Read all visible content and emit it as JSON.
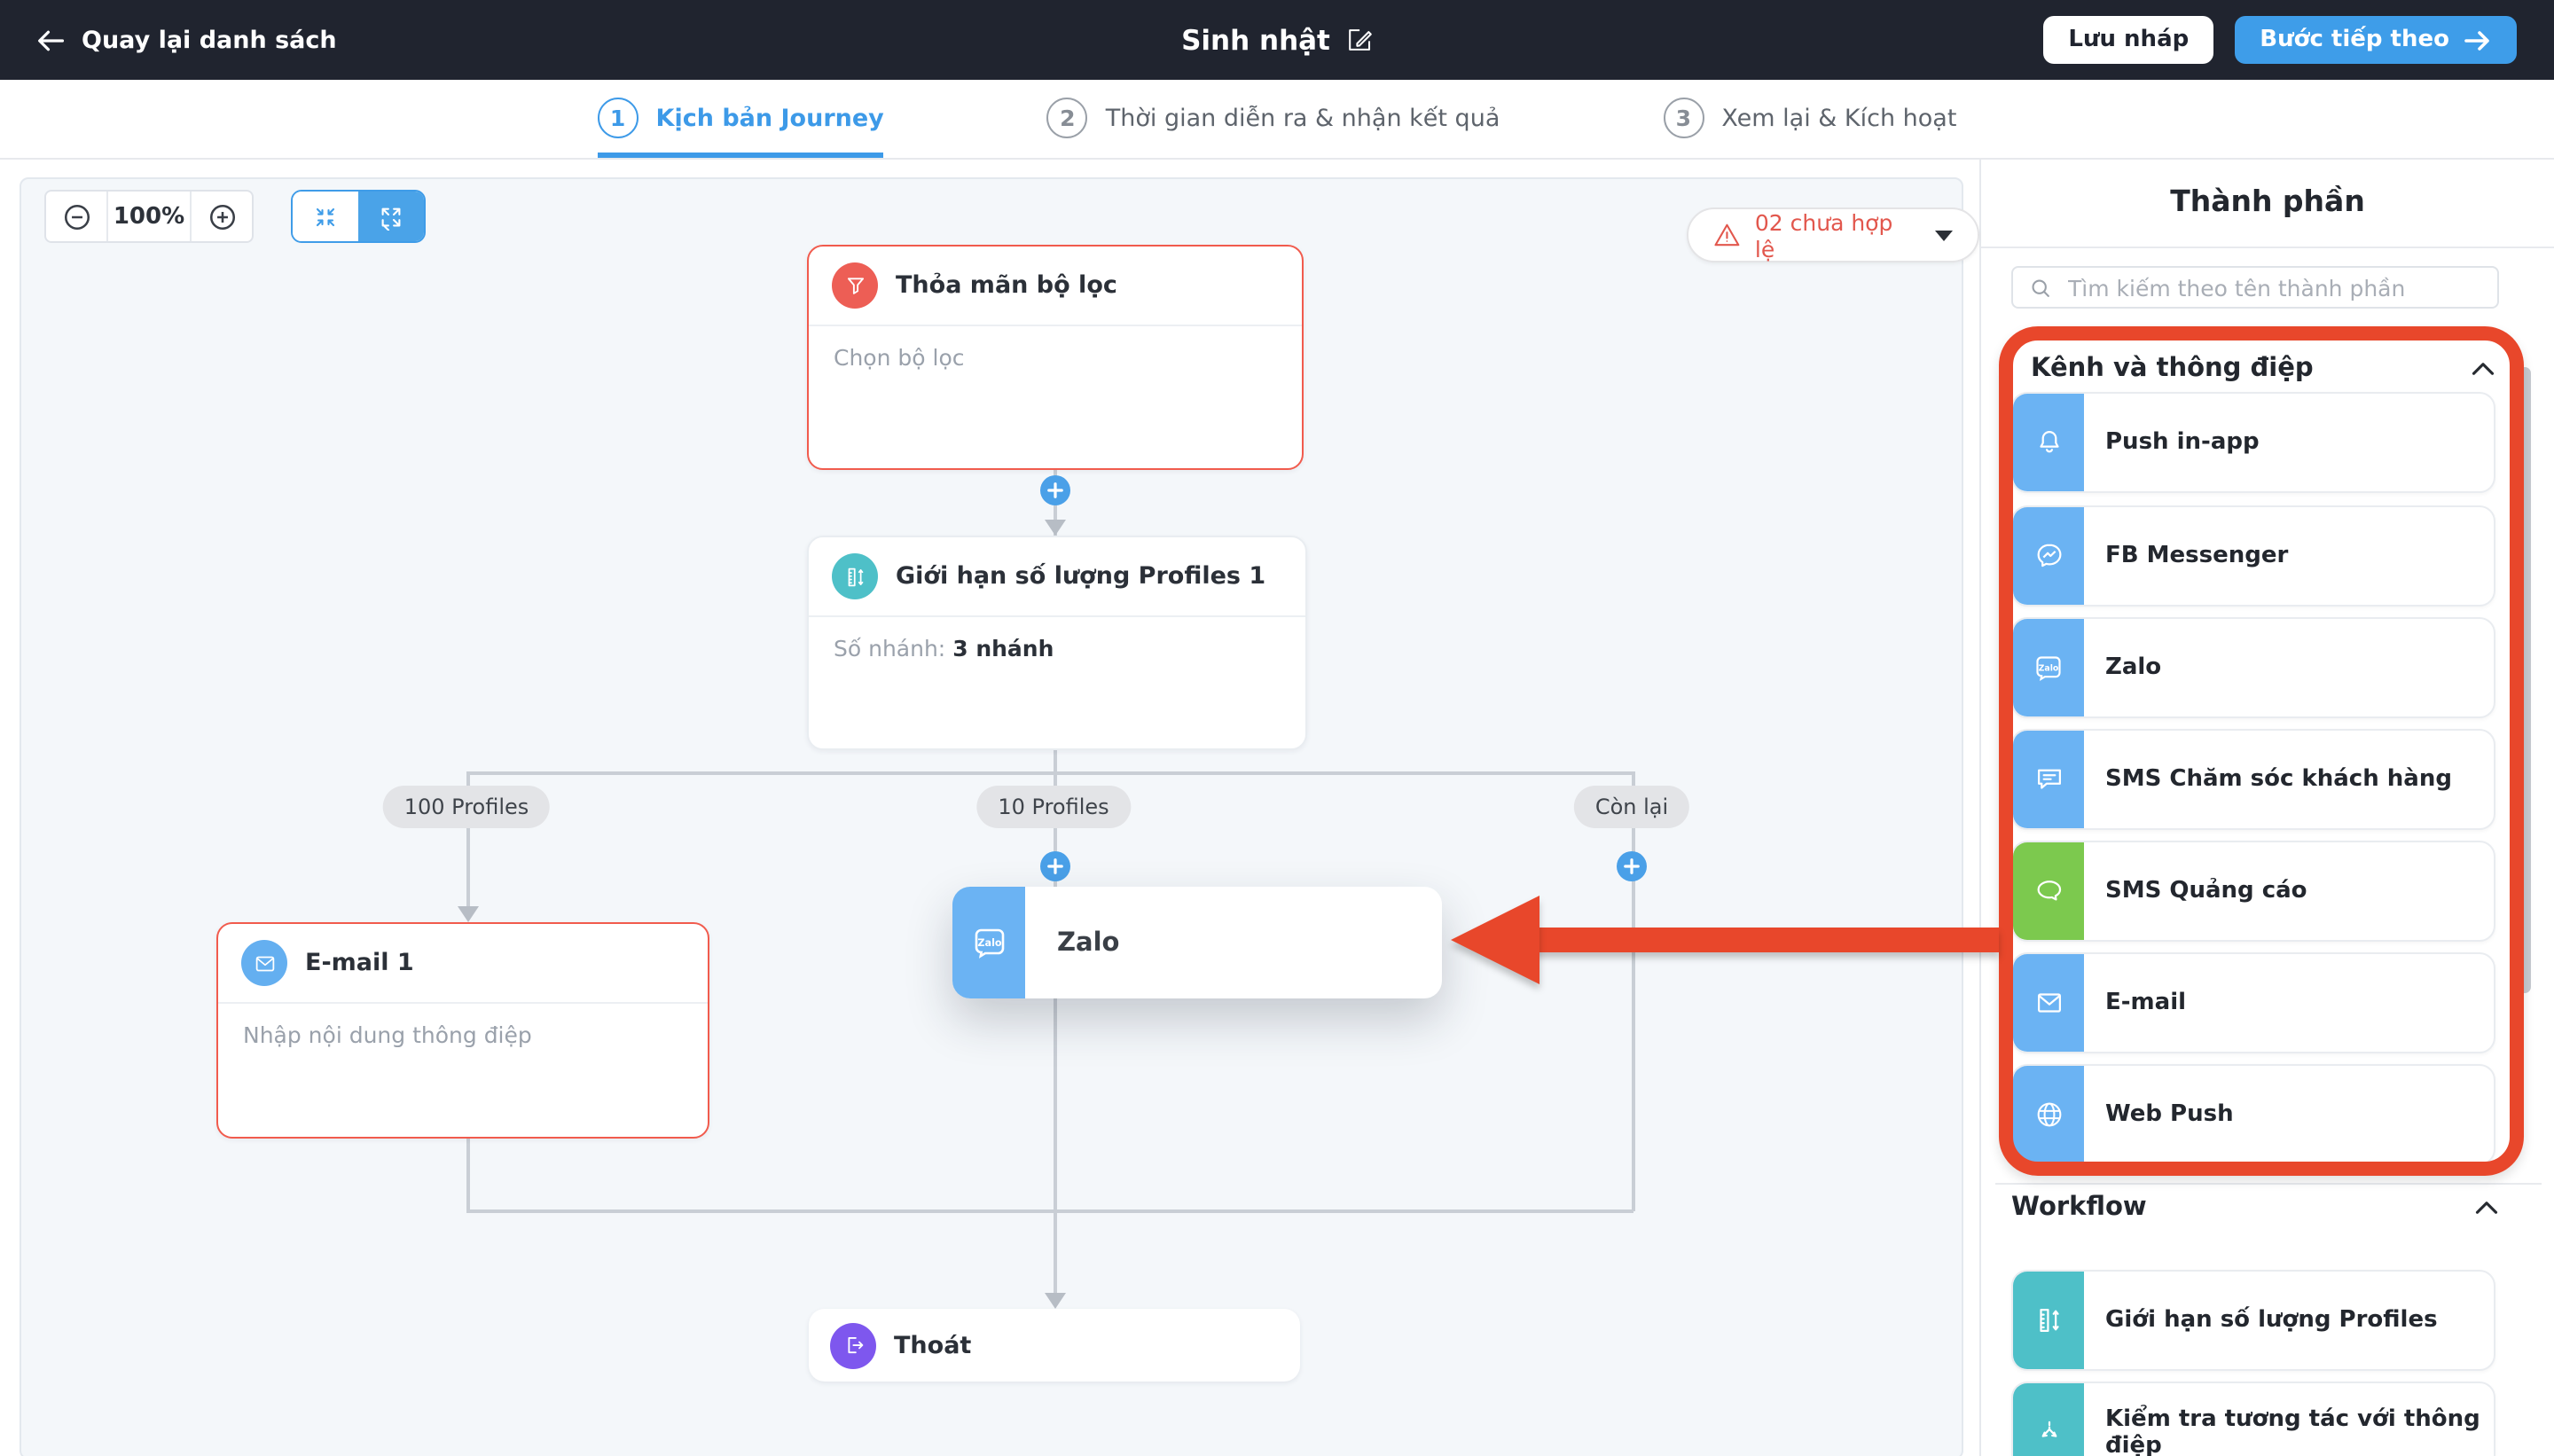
{
  "topbar": {
    "back_label": "Quay lại danh sách",
    "title": "Sinh nhật",
    "save_draft_label": "Lưu nháp",
    "next_label": "Bước tiếp theo"
  },
  "steps": [
    {
      "num": "1",
      "label": "Kịch bản Journey",
      "active": true
    },
    {
      "num": "2",
      "label": "Thời gian diễn ra & nhận kết quả",
      "active": false
    },
    {
      "num": "3",
      "label": "Xem lại & Kích hoạt",
      "active": false
    }
  ],
  "canvas": {
    "zoom_level": "100%",
    "warning_text": "02 chưa hợp lệ",
    "branches": [
      "100 Profiles",
      "10 Profiles",
      "Còn lại"
    ],
    "nodes": {
      "filter": {
        "title": "Thỏa mãn bộ lọc",
        "placeholder": "Chọn bộ lọc"
      },
      "limit": {
        "title": "Giới hạn số lượng Profiles 1",
        "meta_label": "Số nhánh:",
        "meta_value": "3 nhánh"
      },
      "email": {
        "title": "E-mail 1",
        "placeholder": "Nhập nội dung thông điệp"
      },
      "zalo": {
        "title": "Zalo"
      },
      "exit": {
        "title": "Thoát"
      }
    }
  },
  "sidebar": {
    "title": "Thành phần",
    "search_placeholder": "Tìm kiếm theo tên thành phần",
    "channels": {
      "title": "Kênh và thông điệp",
      "items": [
        {
          "label": "Push in-app",
          "icon": "bell",
          "color": "#6bb3f3"
        },
        {
          "label": "FB Messenger",
          "icon": "messenger",
          "color": "#6bb3f3"
        },
        {
          "label": "Zalo",
          "icon": "zalo",
          "color": "#6bb3f3"
        },
        {
          "label": "SMS Chăm sóc khách hàng",
          "icon": "chat-lines",
          "color": "#6bb3f3"
        },
        {
          "label": "SMS Quảng cáo",
          "icon": "speech-bubble",
          "color": "#7cc94e"
        },
        {
          "label": "E-mail",
          "icon": "envelope",
          "color": "#6bb3f3"
        },
        {
          "label": "Web Push",
          "icon": "globe",
          "color": "#6bb3f3"
        }
      ]
    },
    "workflow": {
      "title": "Workflow",
      "items": [
        {
          "label": "Giới hạn số lượng Profiles",
          "icon": "limit-ruler",
          "color": "#4ec0c8"
        },
        {
          "label": "Kiểm tra tương tác với thông điệp",
          "icon": "branch-check",
          "color": "#4ec0c8"
        }
      ]
    }
  },
  "colors": {
    "topbar_bg": "#20242f",
    "primary_blue": "#3e9de9",
    "invalid_red": "#f15b4d",
    "warning_red": "#e2574d",
    "annotation_red": "#e8472b",
    "filter_icon": "#ed5e55",
    "limit_icon": "#4ec0c8",
    "email_icon": "#64aff0",
    "exit_icon": "#7e57ee",
    "canvas_bg": "#f4f7fa"
  }
}
